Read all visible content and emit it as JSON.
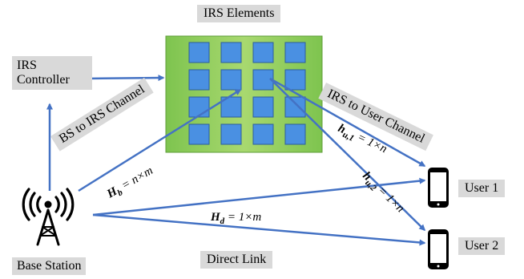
{
  "labels": {
    "irs_elements": "IRS Elements",
    "irs_controller_line1": "IRS",
    "irs_controller_line2": "Controller",
    "bs_to_irs": "BS to IRS Channel",
    "irs_to_user": "IRS to User Channel",
    "base_station": "Base Station",
    "direct_link": "Direct Link",
    "user1": "User 1",
    "user2": "User 2"
  },
  "math": {
    "hb_sym": "H",
    "hb_sub": "b",
    "hb_rhs": " = n×m",
    "hu1_sym": "h",
    "hu1_sub": "u,1",
    "hu1_rhs": " = 1×n",
    "hu2_sym": "h",
    "hu2_sub": "u,2",
    "hu2_rhs": " = 1×n",
    "hd_sym": "H",
    "hd_sub": "d",
    "hd_rhs": " = 1×m"
  },
  "colors": {
    "arrow": "#4472c4",
    "irs_panel": "#70ad47",
    "irs_element": "#4a90e2",
    "label_box": "#d9d9d9"
  },
  "icons": [
    "antenna-icon",
    "smartphone-icon"
  ]
}
